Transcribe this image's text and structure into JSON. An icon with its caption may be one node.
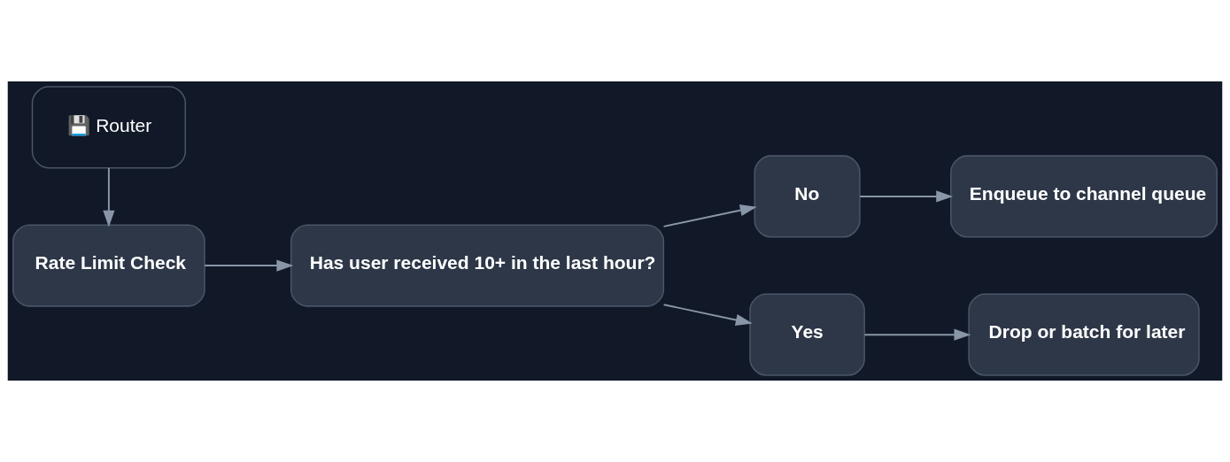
{
  "diagram": {
    "nodes": [
      {
        "text": [
          "Rate Limit Check"
        ]
      },
      {
        "text": [
          "Has user received 10+ in the last hour?"
        ]
      },
      {
        "text": [
          "No"
        ]
      },
      {
        "text": [
          "Enqueue to channel queue"
        ]
      },
      {
        "text": [
          "Yes"
        ]
      },
      {
        "text": [
          "Drop or batch for later"
        ]
      },
      {
        "text": [
          "💾 Router"
        ]
      }
    ],
    "edges": [
      {
        "from": 6,
        "to": 0,
        "arrow": "to"
      },
      {
        "from": 0,
        "to": 1,
        "arrow": "to"
      },
      {
        "from": 1,
        "to": 2,
        "arrow": "to"
      },
      {
        "from": 1,
        "to": 4,
        "arrow": "to"
      },
      {
        "from": 2,
        "to": 3,
        "arrow": "to"
      },
      {
        "from": 4,
        "to": 5,
        "arrow": "to"
      }
    ]
  }
}
